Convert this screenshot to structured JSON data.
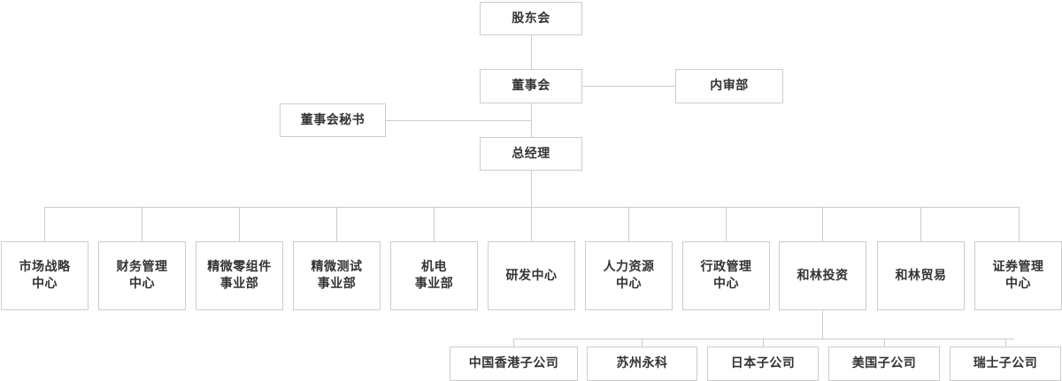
{
  "chart_title": "",
  "theme": {
    "border_color": "#cccccc",
    "line_color": "#cccccc",
    "text_color": "#333333",
    "background": "#ffffff"
  },
  "nodes": {
    "shareholders": {
      "label": "股东会"
    },
    "board": {
      "label": "董事会"
    },
    "audit": {
      "label": "内审部"
    },
    "board_secretary": {
      "label": "董事会秘书"
    },
    "general_manager": {
      "label": "总经理"
    }
  },
  "departments": [
    {
      "label": "市场战略\n中心"
    },
    {
      "label": "财务管理\n中心"
    },
    {
      "label": "精微零组件\n事业部"
    },
    {
      "label": "精微测试\n事业部"
    },
    {
      "label": "机电\n事业部"
    },
    {
      "label": "研发中心"
    },
    {
      "label": "人力资源\n中心"
    },
    {
      "label": "行政管理\n中心"
    },
    {
      "label": "和林投资"
    },
    {
      "label": "和林贸易"
    },
    {
      "label": "证券管理\n中心"
    }
  ],
  "subsidiaries": [
    {
      "label": "中国香港子公司"
    },
    {
      "label": "苏州永科"
    },
    {
      "label": "日本子公司"
    },
    {
      "label": "美国子公司"
    },
    {
      "label": "瑞士子公司"
    }
  ]
}
